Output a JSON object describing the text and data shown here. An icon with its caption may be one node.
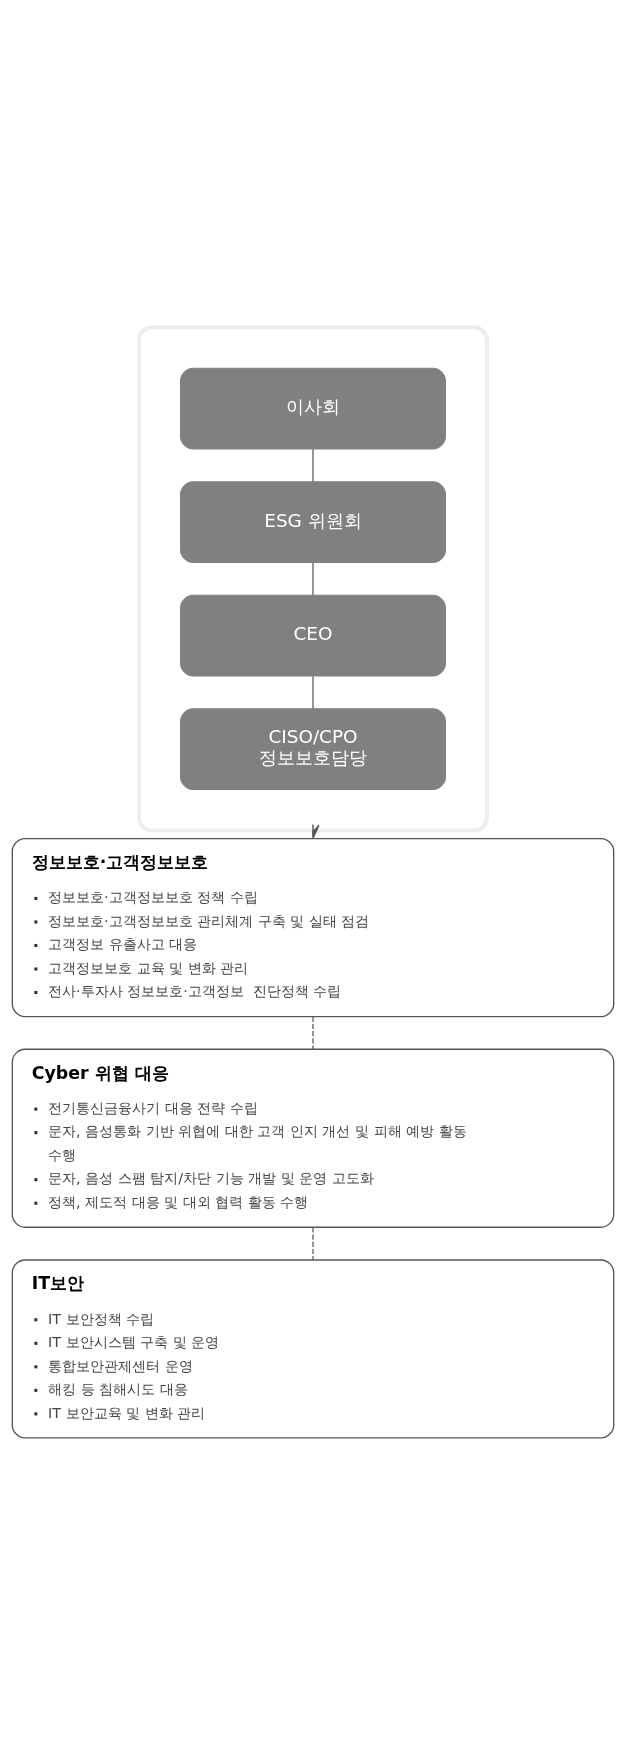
{
  "diagram": {
    "nodes": [
      {
        "text": [],
        "shape": "box"
      },
      {
        "text": [
          "이사회"
        ],
        "in": 0
      },
      {
        "text": [
          "ESG 위원회"
        ],
        "in": 0
      },
      {
        "text": [
          "CEO"
        ],
        "in": 0
      },
      {
        "text": [
          "CISO/CPO 정보보호담당"
        ],
        "in": 0
      },
      {
        "text": [
          "정보보호·고객정보보호",
          "정보보호·고객정보보호 정책 수립",
          "정보보호·고객정보보호 관리체계 구축 및 실태 점검",
          "고객정보 유출사고 대응",
          "고객정보보호 교육 및 변화 관리",
          "전사·투자사 정보보호·고객정보  진단정책 수립"
        ]
      },
      {
        "text": [
          "Cyber 위협 대응",
          "전기통신금융사기 대응 전략 수립",
          "문자, 음성통화 기반 위협에 대한 고객 인지 개선 및 피해 예방 활동 수행",
          "문자, 음성 스팸 탐지/차단 기능 개발 및 운영 고도화",
          "정책, 제도적 대응 및 대외 협력 활동 수행"
        ]
      },
      {
        "text": [
          "IT보안",
          "IT 보안정책 수립",
          "IT 보안시스템 구축 및 운영",
          "통합보안관제센터 운영",
          "해킹 등 침해시도 대응",
          "IT 보안교육 및 변화 관리"
        ]
      }
    ],
    "edges": [
      {
        "from": 1,
        "to": 2,
        "arrow": "none"
      },
      {
        "from": 2,
        "to": 3,
        "arrow": "none"
      },
      {
        "from": 3,
        "to": 4,
        "arrow": "none"
      },
      {
        "from": 0,
        "to": 5,
        "arrow": "to"
      },
      {
        "from": 5,
        "to": 6,
        "arrow": "none",
        "style": "dashed"
      },
      {
        "from": 6,
        "to": 7,
        "arrow": "none",
        "style": "dashed"
      }
    ]
  }
}
